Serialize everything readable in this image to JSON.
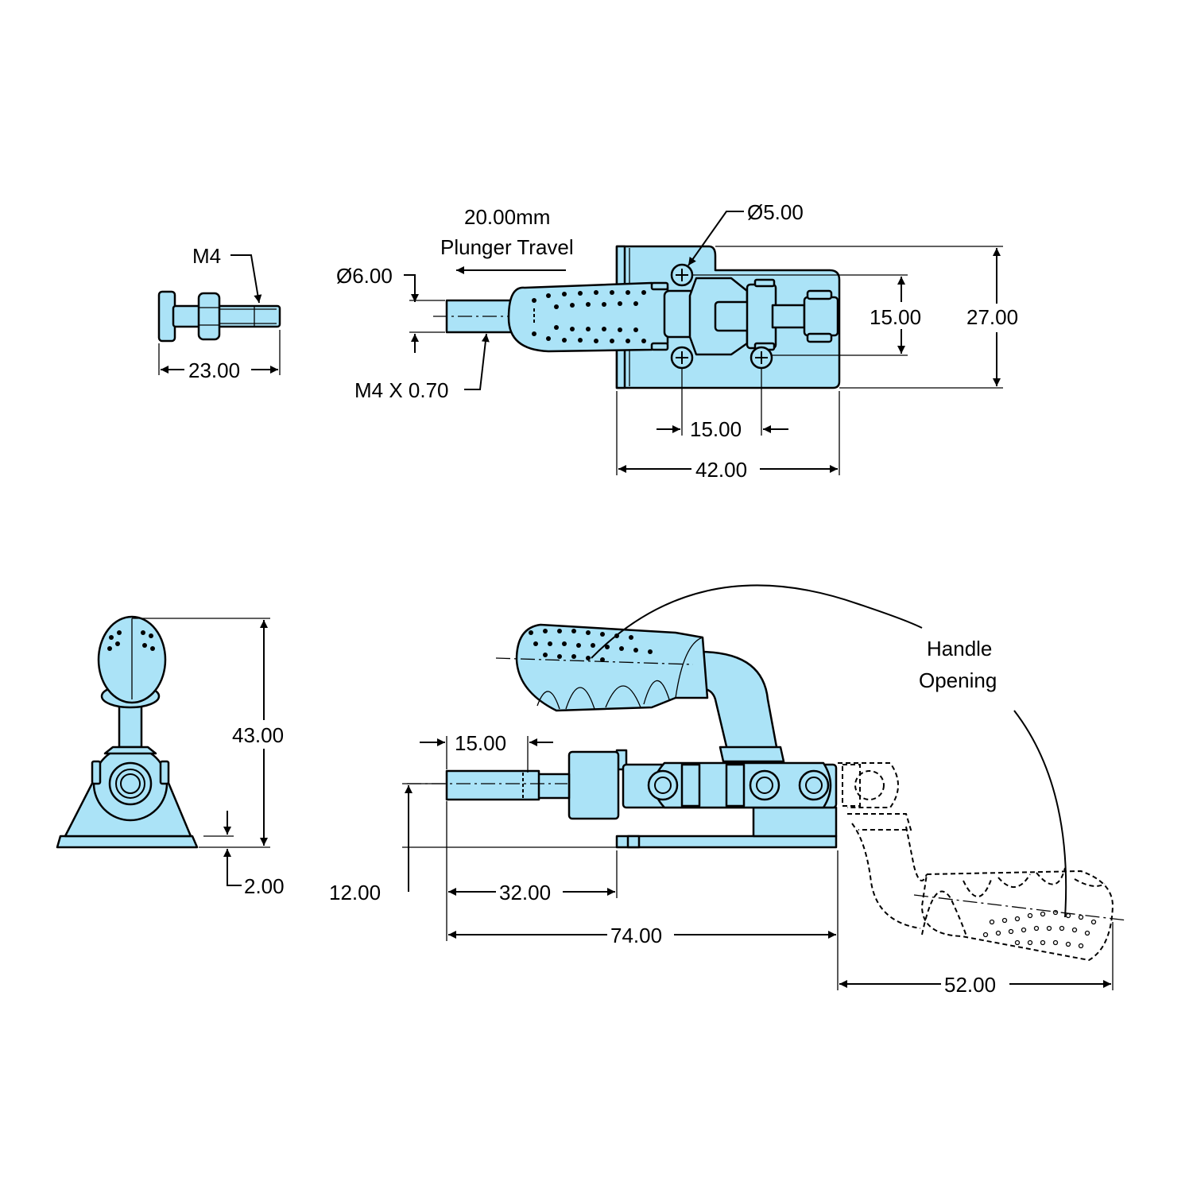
{
  "views": {
    "stud": {
      "thread_label": "M4",
      "length_dim": "23.00"
    },
    "top": {
      "plunger_dia": "Ø6.00",
      "plunger_thread": "M4 X 0.70",
      "travel_line1": "20.00mm",
      "travel_line2": "Plunger Travel",
      "hole_dia": "Ø5.00",
      "hole_spacing_y": "15.00",
      "base_width": "27.00",
      "hole_spacing_x": "15.00",
      "base_length": "42.00"
    },
    "end": {
      "overall_height": "43.00",
      "base_thickness": "2.00"
    },
    "side": {
      "thread_length": "15.00",
      "plunger_height": "12.00",
      "plunger_reach": "32.00",
      "overall_length": "74.00",
      "handle_travel": "52.00",
      "handle_note_line1": "Handle",
      "handle_note_line2": "Opening"
    }
  },
  "colors": {
    "part_fill": "#abe3f7",
    "line": "#000000",
    "background": "#ffffff"
  }
}
